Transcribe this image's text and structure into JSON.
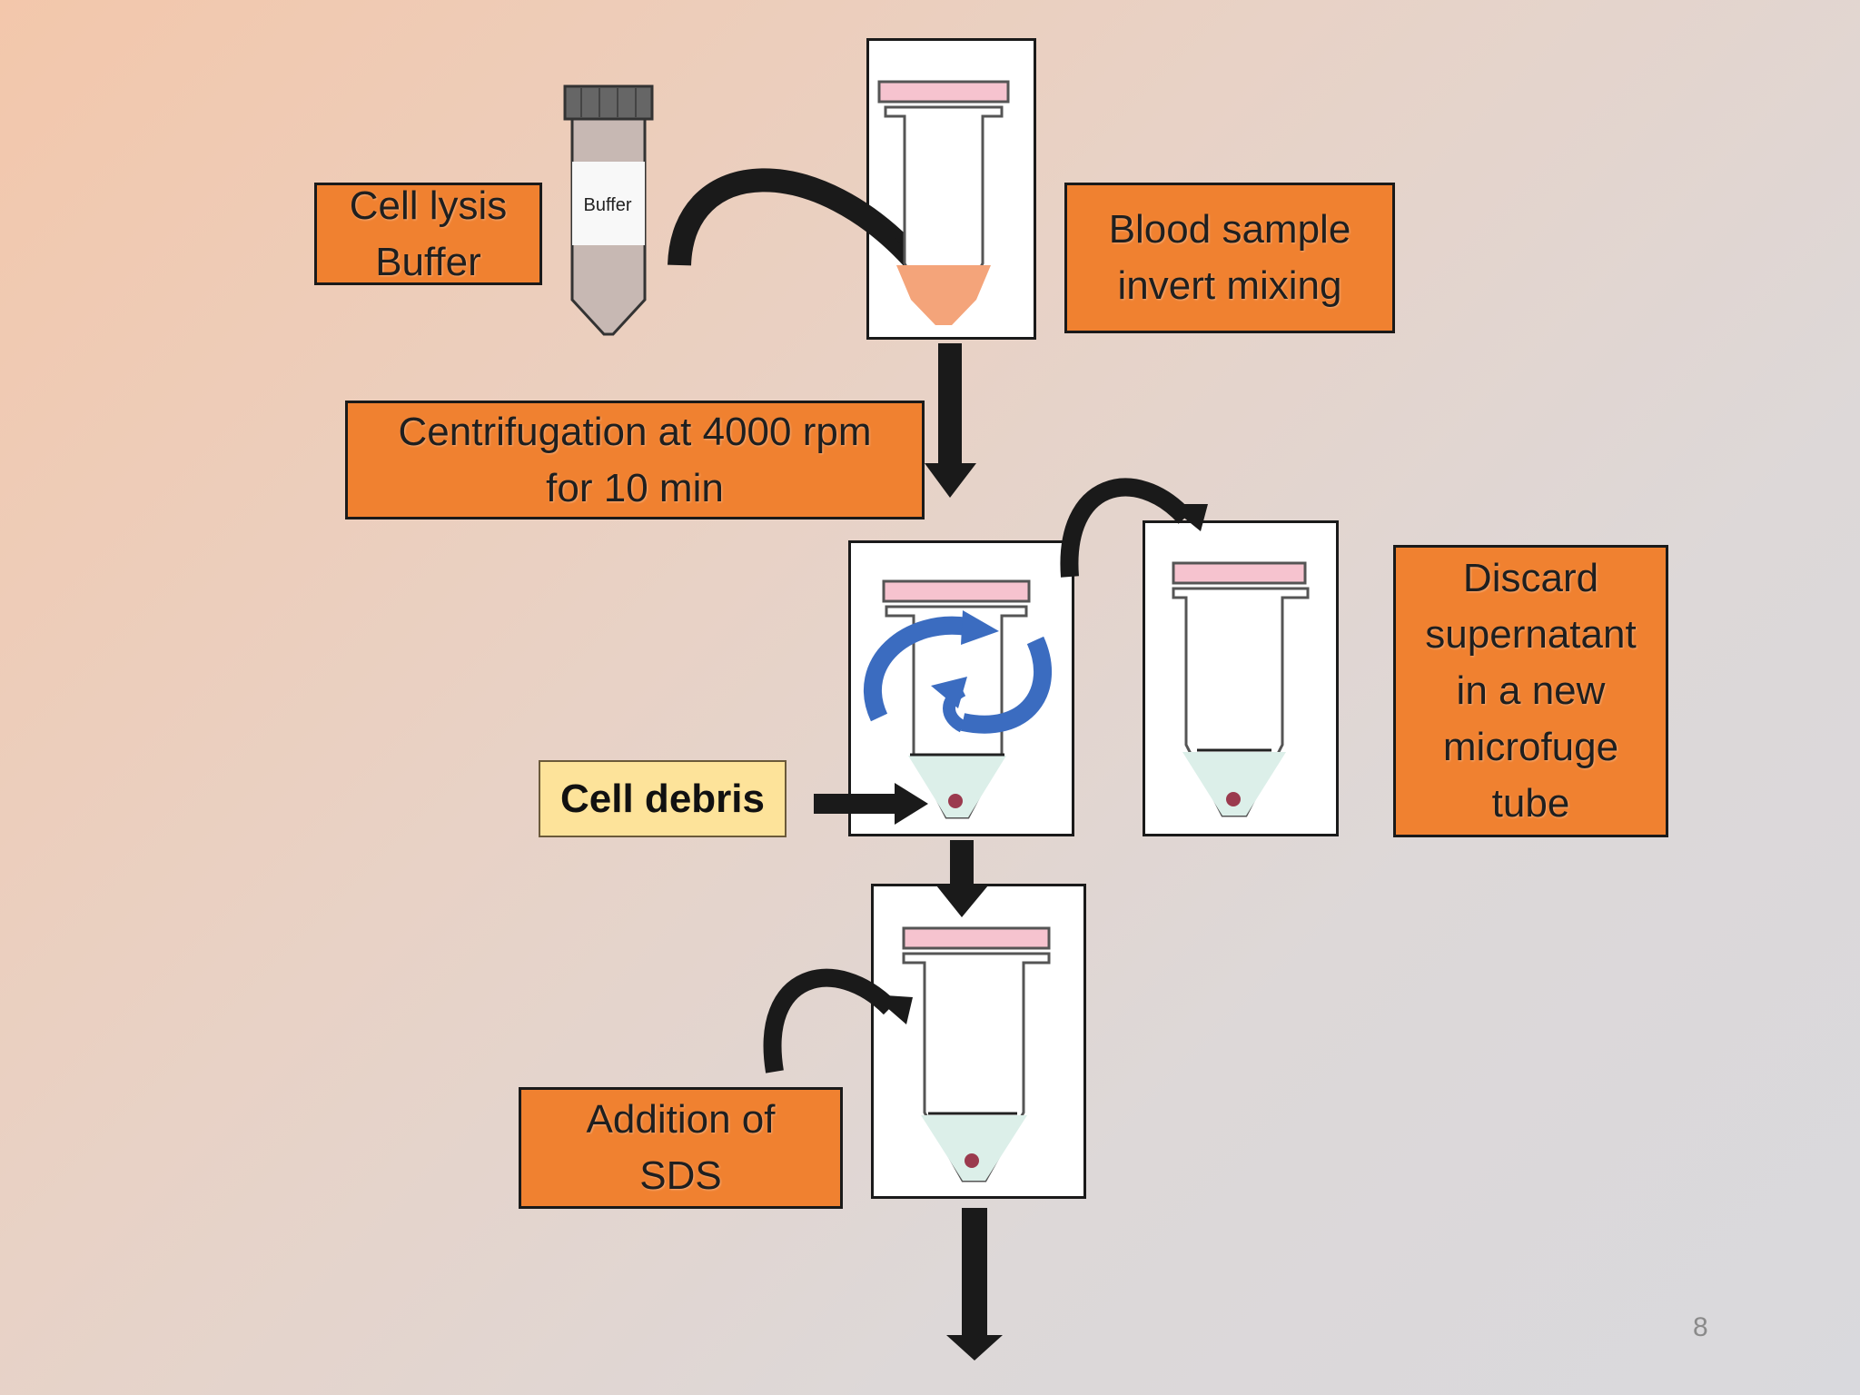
{
  "labels": {
    "cell_lysis_buffer": "Cell lysis\nBuffer",
    "blood_sample": "Blood sample\ninvert mixing",
    "centrifugation": "Centrifugation at 4000 rpm\nfor 10 min",
    "discard_supernatant": "Discard\nsupernatant\nin a new\nmicrofuge\ntube",
    "cell_debris": "Cell debris",
    "addition_sds": "Addition of\nSDS"
  },
  "buffer_tube_label": "Buffer",
  "page_number": "8",
  "colors": {
    "orange_box": "#f08130",
    "yellow_box": "#fde39a",
    "tube_cap": "#f6c3cf",
    "blood": "#f4a47a",
    "supernatant": "#dcefe9",
    "pellet": "#9b3a4e",
    "rotate_arrows": "#3b6cc0"
  }
}
